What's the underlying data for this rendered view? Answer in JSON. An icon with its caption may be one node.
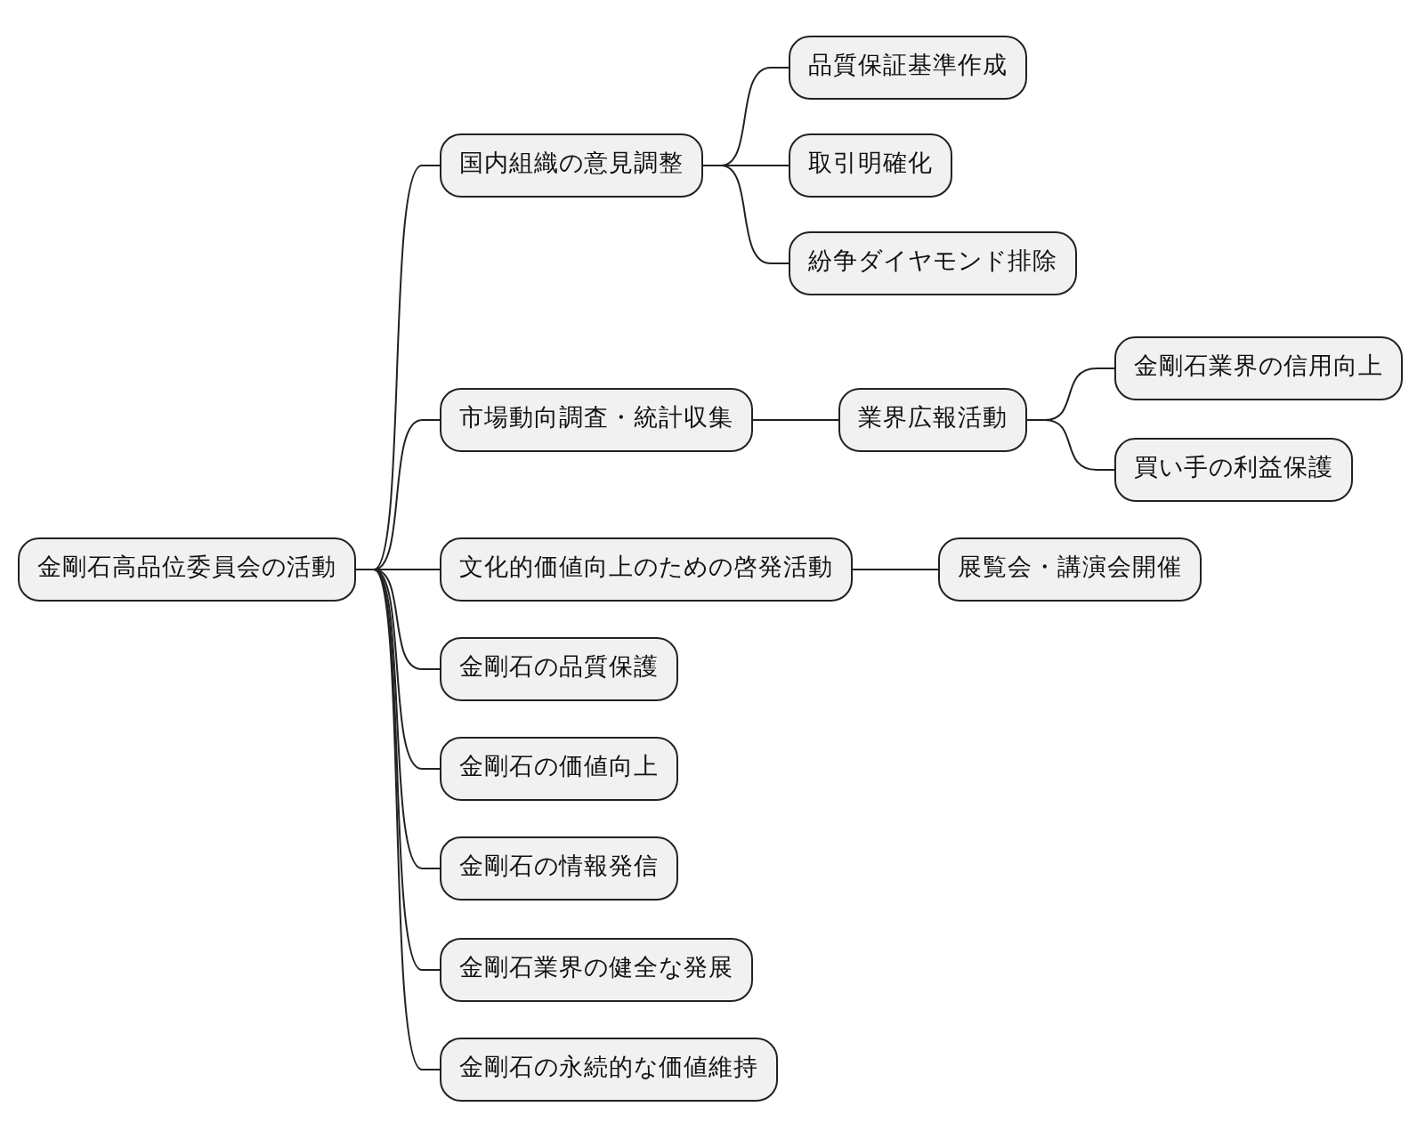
{
  "diagram": {
    "nodes": [
      {
        "text": [
          "金剛石高品位委員会の活動"
        ]
      },
      {
        "text": [
          "国内組織の意見調整"
        ]
      },
      {
        "text": [
          "品質保証基準作成"
        ]
      },
      {
        "text": [
          "取引明確化"
        ]
      },
      {
        "text": [
          "紛争ダイヤモンド排除"
        ]
      },
      {
        "text": [
          "市場動向調査・統計収集"
        ]
      },
      {
        "text": [
          "業界広報活動"
        ]
      },
      {
        "text": [
          "金剛石業界の信用向上"
        ]
      },
      {
        "text": [
          "買い手の利益保護"
        ]
      },
      {
        "text": [
          "文化的価値向上のための啓発活動"
        ]
      },
      {
        "text": [
          "展覧会・講演会開催"
        ]
      },
      {
        "text": [
          "金剛石の品質保護"
        ]
      },
      {
        "text": [
          "金剛石の価値向上"
        ]
      },
      {
        "text": [
          "金剛石の情報発信"
        ]
      },
      {
        "text": [
          "金剛石業界の健全な発展"
        ]
      },
      {
        "text": [
          "金剛石の永続的な価値維持"
        ]
      }
    ],
    "edges": [
      {
        "from": 0,
        "to": 1,
        "arrow": "none"
      },
      {
        "from": 1,
        "to": 2,
        "arrow": "none"
      },
      {
        "from": 1,
        "to": 3,
        "arrow": "none"
      },
      {
        "from": 1,
        "to": 4,
        "arrow": "none"
      },
      {
        "from": 0,
        "to": 5,
        "arrow": "none"
      },
      {
        "from": 5,
        "to": 6,
        "arrow": "none"
      },
      {
        "from": 6,
        "to": 7,
        "arrow": "none"
      },
      {
        "from": 6,
        "to": 8,
        "arrow": "none"
      },
      {
        "from": 0,
        "to": 9,
        "arrow": "none"
      },
      {
        "from": 9,
        "to": 10,
        "arrow": "none"
      },
      {
        "from": 0,
        "to": 11,
        "arrow": "none"
      },
      {
        "from": 0,
        "to": 12,
        "arrow": "none"
      },
      {
        "from": 0,
        "to": 13,
        "arrow": "none"
      },
      {
        "from": 0,
        "to": 14,
        "arrow": "none"
      },
      {
        "from": 0,
        "to": 15,
        "arrow": "none"
      }
    ]
  }
}
